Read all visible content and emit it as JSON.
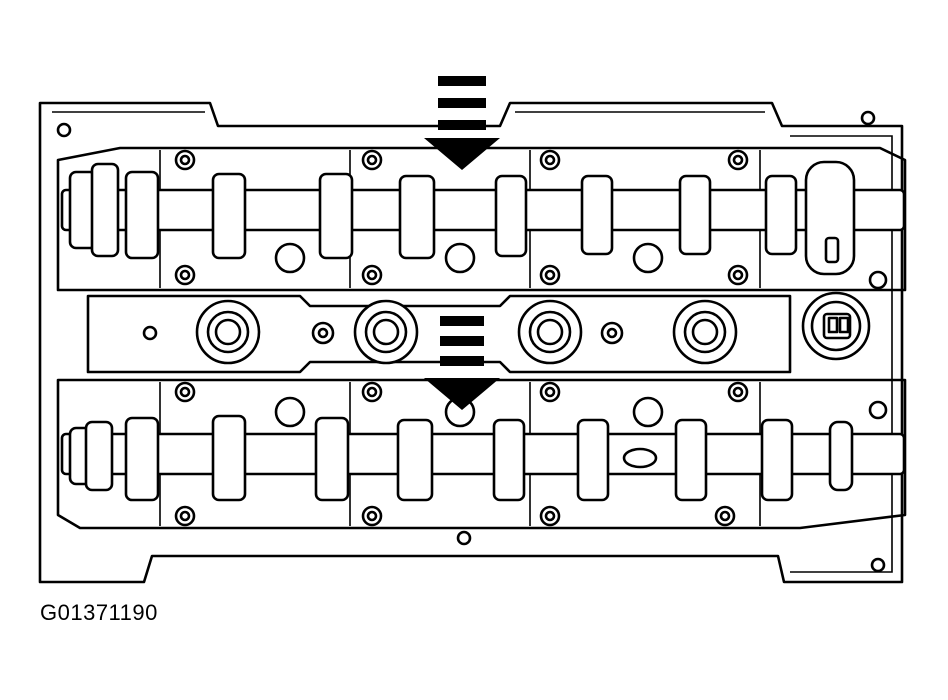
{
  "figure": {
    "id_label": "G01371190",
    "subject": "cylinder-head-camshafts-top-view",
    "camshaft_count": 2,
    "lobes_per_camshaft": 8,
    "indicator_arrows": 2,
    "arrow_icon": "down-arrow-dashed-icon",
    "line_color": "#000000",
    "background_color": "#ffffff"
  }
}
